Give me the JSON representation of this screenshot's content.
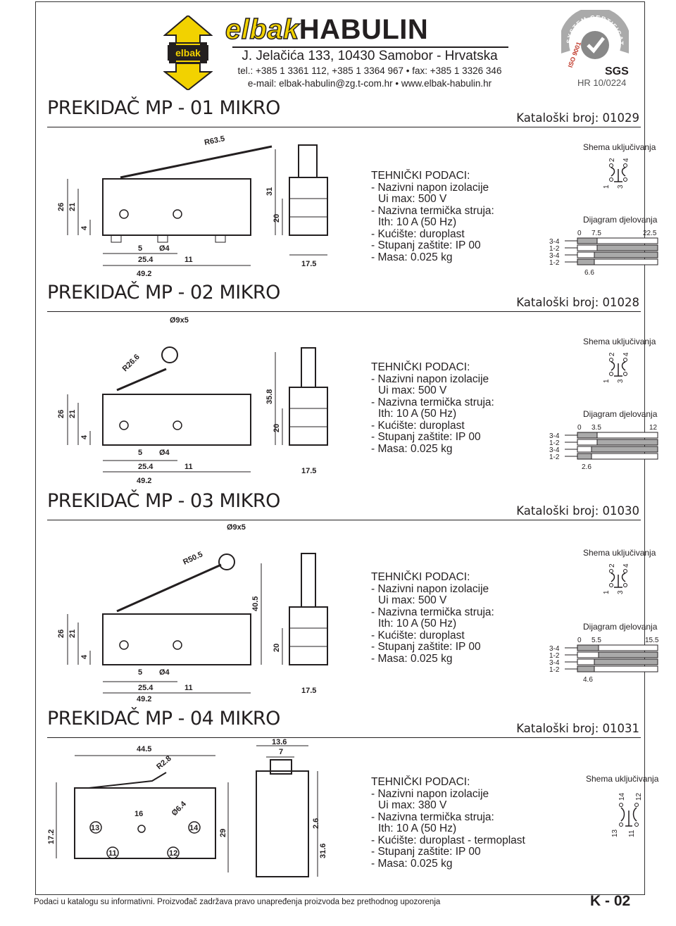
{
  "header": {
    "logo_text": "elbak",
    "brand_left": "elbak",
    "brand_right": "HABULIN",
    "address": "J. Jelačića 133, 10430 Samobor - Hrvatska",
    "phones": "tel.: +385 1 3361 112, +385 1 3364 967 • fax: +385 1 3326 346",
    "contact": "e-mail: elbak-habulin@zg.t-com.hr • www.elbak-habulin.hr",
    "cert_ring": "SYSTEM CERTIFICATION",
    "cert_iso": "ISO 9001",
    "cert_sgs": "SGS",
    "cert_number": "HR 10/0224"
  },
  "sections": [
    {
      "title": "PREKIDAČ MP - 01 MIKRO",
      "catalog": "Kataloški broj: 01029",
      "specs": [
        "TEHNIČKI PODACI:",
        "- Nazivni napon izolacije",
        "Ui max: 500 V",
        "- Nazivna termička struja:",
        "Ith: 10 A (50 Hz)",
        "- Kućište: duroplast",
        "- Stupanj zaštite: IP 00",
        "- Masa: 0.025 kg"
      ],
      "schema_label": "Shema uključivanja",
      "diagram_label": "Dijagram djelovanja",
      "contacts": [
        "1",
        "2",
        "3",
        "4"
      ],
      "scale": [
        "0",
        "7.5",
        "22.5"
      ],
      "bottom_value": "6.6",
      "rows": [
        "3-4",
        "1-2",
        "3-4",
        "1-2"
      ],
      "dims": [
        "R63.5",
        "26",
        "21",
        "4",
        "5",
        "Ø4",
        "25.4",
        "11",
        "49.2",
        "31",
        "20",
        "17.5"
      ]
    },
    {
      "title": "PREKIDAČ MP - 02 MIKRO",
      "catalog": "Kataloški broj: 01028",
      "specs": [
        "TEHNIČKI PODACI:",
        "- Nazivni napon izolacije",
        "Ui max: 500 V",
        "- Nazivna termička struja:",
        "Ith: 10 A (50 Hz)",
        "- Kućište: duroplast",
        "- Stupanj zaštite: IP 00",
        "- Masa: 0.025 kg"
      ],
      "schema_label": "Shema uključivanja",
      "diagram_label": "Dijagram djelovanja",
      "contacts": [
        "1",
        "2",
        "3",
        "4"
      ],
      "scale": [
        "0",
        "3.5",
        "12"
      ],
      "bottom_value": "2.6",
      "rows": [
        "3-4",
        "1-2",
        "3-4",
        "1-2"
      ],
      "dims": [
        "Ø9x5",
        "R26.6",
        "26",
        "21",
        "4",
        "5",
        "Ø4",
        "25.4",
        "11",
        "49.2",
        "35.8",
        "20",
        "17.5"
      ]
    },
    {
      "title": "PREKIDAČ MP - 03 MIKRO",
      "catalog": "Kataloški broj: 01030",
      "specs": [
        "TEHNIČKI PODACI:",
        "- Nazivni napon izolacije",
        "Ui max: 500 V",
        "- Nazivna termička struja:",
        "Ith: 10 A (50 Hz)",
        "- Kućište: duroplast",
        "- Stupanj zaštite: IP 00",
        "- Masa: 0.025 kg"
      ],
      "schema_label": "Shema uključivanja",
      "diagram_label": "Dijagram djelovanja",
      "contacts": [
        "1",
        "2",
        "3",
        "4"
      ],
      "scale": [
        "0",
        "5.5",
        "15.5"
      ],
      "bottom_value": "4.6",
      "rows": [
        "3-4",
        "1-2",
        "3-4",
        "1-2"
      ],
      "dims": [
        "Ø9x5",
        "R50.5",
        "26",
        "21",
        "4",
        "5",
        "Ø4",
        "25.4",
        "11",
        "49.2",
        "40.5",
        "20",
        "17.5"
      ]
    },
    {
      "title": "PREKIDAČ MP - 04 MIKRO",
      "catalog": "Kataloški broj: 01031",
      "specs": [
        "TEHNIČKI PODACI:",
        "- Nazivni napon izolacije",
        "Ui max: 380 V",
        "- Nazivna termička struja:",
        "Ith: 10 A (50 Hz)",
        "- Kućište: duroplast - termoplast",
        "- Stupanj zaštite: IP 00",
        "- Masa: 0.025 kg"
      ],
      "schema_label": "Shema uključivanja",
      "contacts": [
        "13",
        "14",
        "11",
        "12"
      ],
      "dims": [
        "44.5",
        "R2.8",
        "17.2",
        "16",
        "Ø6.4",
        "13",
        "14",
        "11",
        "12",
        "29",
        "13.6",
        "7",
        "2.6",
        "31.6"
      ]
    }
  ],
  "footer": {
    "note": "Podaci u katalogu su informativni. Proizvođač zadržava pravo unapređenja proizvoda bez prethodnog upozorenja",
    "page": "K - 02"
  }
}
